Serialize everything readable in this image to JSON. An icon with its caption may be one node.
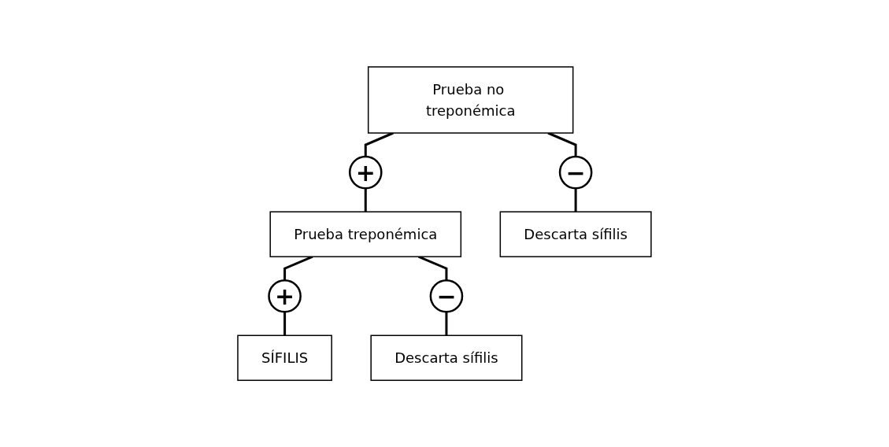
{
  "diagram": {
    "nodes": [
      {
        "text": [
          "Prueba no treponémica"
        ]
      },
      {
        "text": [
          "+"
        ]
      },
      {
        "text": [
          "−"
        ]
      },
      {
        "text": [
          "Prueba treponémica"
        ]
      },
      {
        "text": [
          "Descarta sífilis"
        ]
      },
      {
        "text": [
          "+"
        ]
      },
      {
        "text": [
          "−"
        ]
      },
      {
        "text": [
          "SÍFILIS"
        ]
      },
      {
        "text": [
          "Descarta sífilis"
        ]
      }
    ],
    "edges": [
      {
        "from": 0,
        "to": 1,
        "arrow": "none"
      },
      {
        "from": 0,
        "to": 2,
        "arrow": "none"
      },
      {
        "from": 1,
        "to": 3,
        "arrow": "none"
      },
      {
        "from": 2,
        "to": 4,
        "arrow": "none"
      },
      {
        "from": 3,
        "to": 5,
        "arrow": "none"
      },
      {
        "from": 3,
        "to": 6,
        "arrow": "none"
      },
      {
        "from": 5,
        "to": 7,
        "arrow": "none"
      },
      {
        "from": 6,
        "to": 8,
        "arrow": "none"
      }
    ]
  }
}
